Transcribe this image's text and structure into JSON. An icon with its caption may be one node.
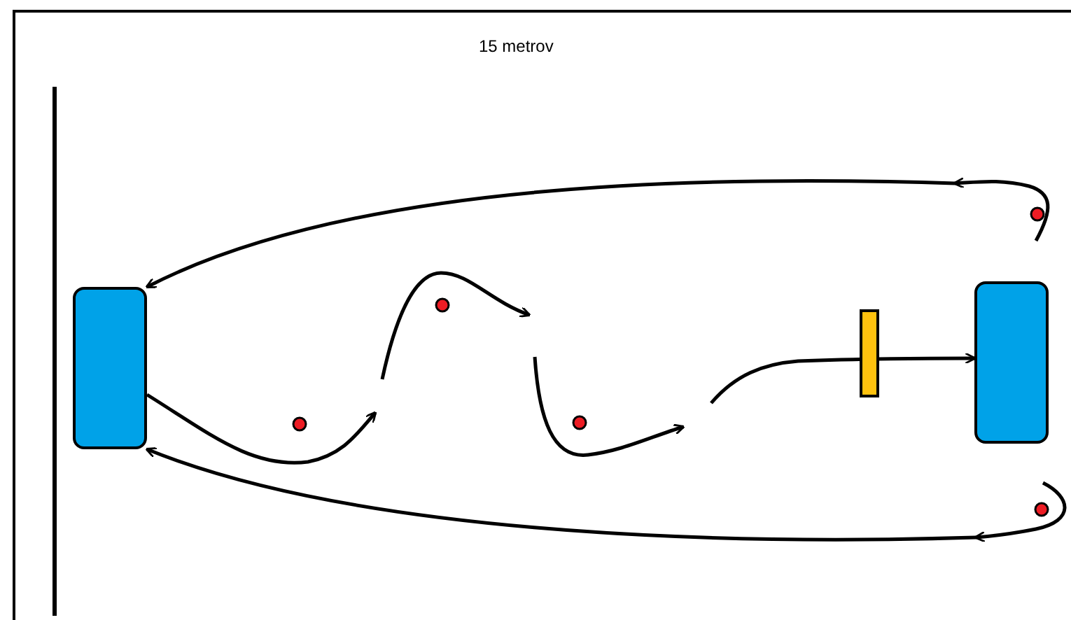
{
  "diagram": {
    "nodes": [
      {
        "text": [],
        "shape": "box"
      },
      {
        "text": [],
        "shape": "box"
      },
      {
        "text": [],
        "shape": "bar"
      }
    ],
    "edges": [
      {
        "from": null,
        "to": 0,
        "arrow": "to"
      },
      {
        "from": null,
        "to": 0,
        "arrow": "to"
      },
      {
        "from": 0,
        "to": null,
        "arrow": "to"
      },
      {
        "from": null,
        "to": 1,
        "arrow": "to"
      }
    ],
    "labels": [
      "15 metrov"
    ]
  }
}
